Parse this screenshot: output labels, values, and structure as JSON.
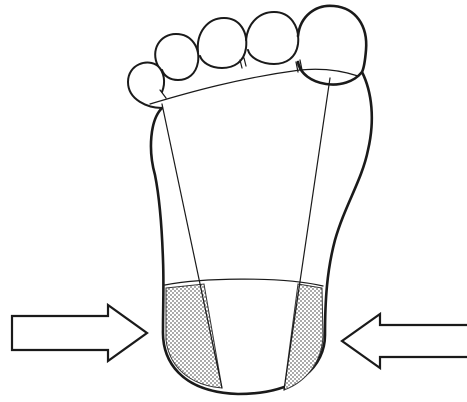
{
  "figure": {
    "subject": "foot-sole-outline",
    "ink_color": "#1a1a1a",
    "paper_color": "#ffffff",
    "heel_shading_color": "#9a9a9a",
    "arrows": [
      {
        "name": "left-compression-arrow",
        "direction": "right"
      },
      {
        "name": "right-compression-arrow",
        "direction": "left"
      }
    ],
    "heel_regions": [
      {
        "name": "heel-shaded-region-left"
      },
      {
        "name": "heel-shaded-region-right"
      }
    ]
  }
}
